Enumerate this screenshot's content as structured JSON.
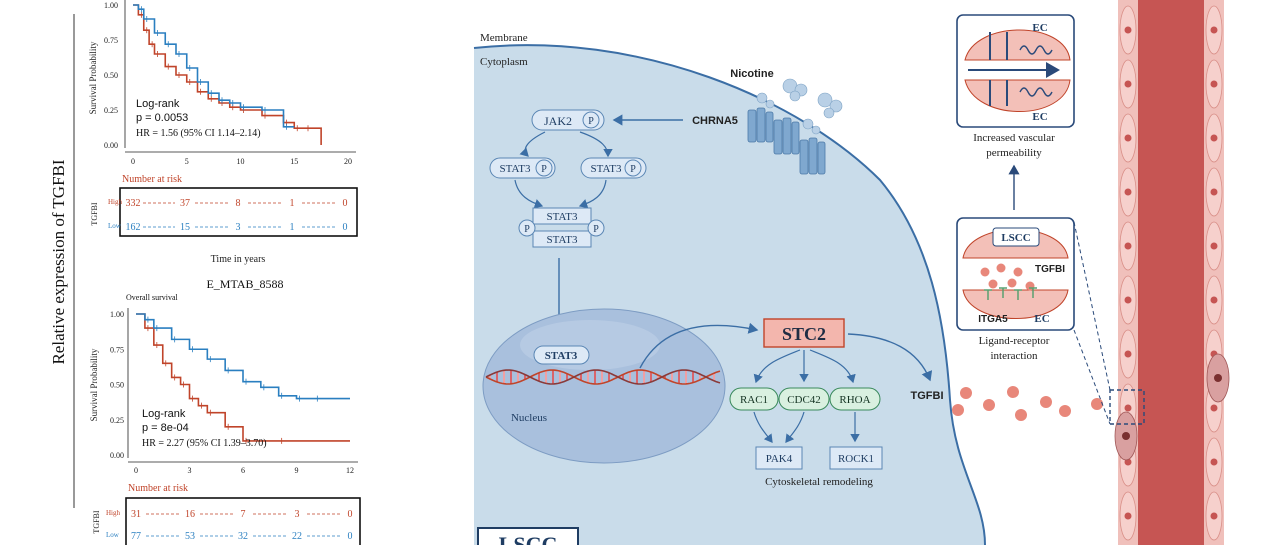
{
  "left_panel": {
    "y_axis_label": "Relative expression of TGFBI",
    "plot1": {
      "y_label": "Survival Probability",
      "y_ticks": [
        "1.00",
        "0.75",
        "0.50",
        "0.25",
        "0.00"
      ],
      "x_ticks": [
        "0",
        "5",
        "10",
        "15",
        "20"
      ],
      "logrank": "Log-rank",
      "pvalue": "p = 0.0053",
      "hr": "HR = 1.56 (95% CI 1.14–2.14)",
      "risk_title": "Number at risk",
      "risk_group_label": "TGFBI",
      "risk_rows": [
        {
          "label": "High",
          "values": [
            "332",
            "37",
            "8",
            "1",
            "0"
          ]
        },
        {
          "label": "Low",
          "values": [
            "162",
            "15",
            "3",
            "1",
            "0"
          ]
        }
      ],
      "x_label": "Time in years"
    },
    "plot2": {
      "title": "E_MTAB_8588",
      "subtitle": "Overall survival",
      "y_label": "Survival Probability",
      "y_ticks": [
        "1.00",
        "0.75",
        "0.50",
        "0.25",
        "0.00"
      ],
      "x_ticks": [
        "0",
        "3",
        "6",
        "9",
        "12"
      ],
      "logrank": "Log-rank",
      "pvalue": "p = 8e-04",
      "hr": "HR = 2.27 (95% CI 1.39–3.70)",
      "risk_title": "Number at risk",
      "risk_group_label": "TGFBI",
      "risk_rows": [
        {
          "label": "High",
          "values": [
            "31",
            "16",
            "7",
            "3",
            "0"
          ]
        },
        {
          "label": "Low",
          "values": [
            "77",
            "53",
            "32",
            "22",
            "0"
          ]
        }
      ]
    }
  },
  "diagram": {
    "membrane_label": "Membrane",
    "cytoplasm_label": "Cytoplasm",
    "nicotine_label": "Nicotine",
    "chrna5_label": "CHRNA5",
    "jak2_label": "JAK2",
    "p_label": "P",
    "stat3_label": "STAT3",
    "nucleus_label": "Nucleus",
    "nuclear_stat3_label": "STAT3",
    "stc2_label": "STC2",
    "rac1_label": "RAC1",
    "cdc42_label": "CDC42",
    "rhoa_label": "RHOA",
    "pak4_label": "PAK4",
    "rock1_label": "ROCK1",
    "cytoskeletal_label": "Cytoskeletal remodeling",
    "tgfbi_label": "TGFBI",
    "lscc_label": "LSCC",
    "ec_label": "EC",
    "vascular_line1": "Increased vascular",
    "vascular_line2": "permeability",
    "inset_lscc": "LSCC",
    "inset_tgfbi": "TGFBI",
    "inset_itga5": "ITGA5",
    "inset_ec": "EC",
    "ligand_line1": "Ligand-receptor",
    "ligand_line2": "interaction"
  },
  "colors": {
    "high": "#c0442a",
    "low": "#2a7fc0",
    "cell": "#c9dcea",
    "node": "#dde9f6",
    "node_stroke": "#5a86b4",
    "stc2_fill": "#f3b6ad",
    "stc2_stroke": "#c0442a",
    "factor_fill": "#d9f0e0",
    "factor_stroke": "#3a8a5c",
    "dot": "#e8877a",
    "vessel_wall": "#f0c0bb",
    "vessel_lumen": "#c65553"
  },
  "chart_data": [
    {
      "type": "line",
      "title": "",
      "xlabel": "Time in years",
      "ylabel": "Survival Probability",
      "xlim": [
        0,
        20
      ],
      "ylim": [
        0,
        1
      ],
      "series": [
        {
          "name": "High",
          "x": [
            0,
            0.5,
            1,
            1.5,
            2,
            3,
            4,
            5,
            6,
            7,
            8,
            9,
            10,
            12,
            14,
            15,
            16,
            17.5
          ],
          "y": [
            1.0,
            0.93,
            0.82,
            0.72,
            0.65,
            0.56,
            0.5,
            0.45,
            0.38,
            0.33,
            0.3,
            0.27,
            0.25,
            0.21,
            0.16,
            0.12,
            0.12,
            0.0
          ]
        },
        {
          "name": "Low",
          "x": [
            0,
            0.5,
            1,
            2,
            3,
            4,
            5,
            6,
            7,
            8,
            9,
            10,
            12,
            14,
            15
          ],
          "y": [
            1.0,
            0.97,
            0.9,
            0.8,
            0.72,
            0.65,
            0.55,
            0.45,
            0.37,
            0.32,
            0.3,
            0.27,
            0.25,
            0.13,
            0.13
          ]
        }
      ]
    },
    {
      "type": "line",
      "title": "E_MTAB_8588",
      "xlabel": "",
      "ylabel": "Survival Probability",
      "xlim": [
        0,
        12
      ],
      "ylim": [
        0,
        1
      ],
      "series": [
        {
          "name": "High",
          "x": [
            0,
            0.5,
            1,
            1.5,
            2,
            2.5,
            3,
            3.5,
            4,
            5,
            6,
            8,
            12
          ],
          "y": [
            1.0,
            0.9,
            0.78,
            0.65,
            0.55,
            0.5,
            0.4,
            0.35,
            0.3,
            0.2,
            0.1,
            0.1,
            0.1
          ]
        },
        {
          "name": "Low",
          "x": [
            0,
            0.5,
            1,
            2,
            3,
            4,
            5,
            6,
            7,
            8,
            9,
            10,
            12
          ],
          "y": [
            1.0,
            0.96,
            0.9,
            0.82,
            0.75,
            0.68,
            0.6,
            0.52,
            0.48,
            0.42,
            0.4,
            0.4,
            0.4
          ]
        }
      ]
    }
  ]
}
